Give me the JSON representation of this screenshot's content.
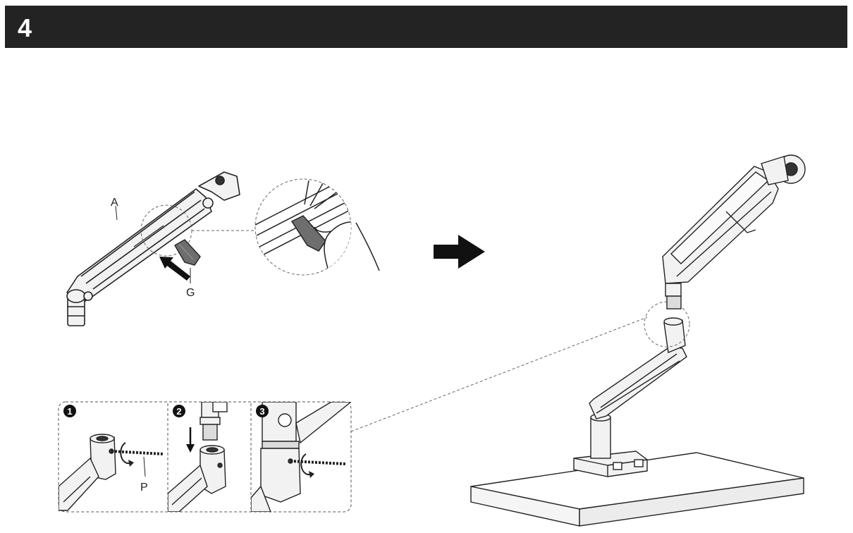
{
  "header": {
    "step_number": "4"
  },
  "labels": {
    "arm": "A",
    "clip": "G",
    "screw": "P"
  },
  "sub_steps": [
    "1",
    "2",
    "3"
  ],
  "icons": {
    "direction": "arrow-right-icon",
    "rotate": "rotate-icon"
  },
  "colors": {
    "header_bg": "#232323",
    "line": "#222222",
    "arm_fill": "#f2f2f2",
    "clip_fill": "#6e6e6e"
  }
}
